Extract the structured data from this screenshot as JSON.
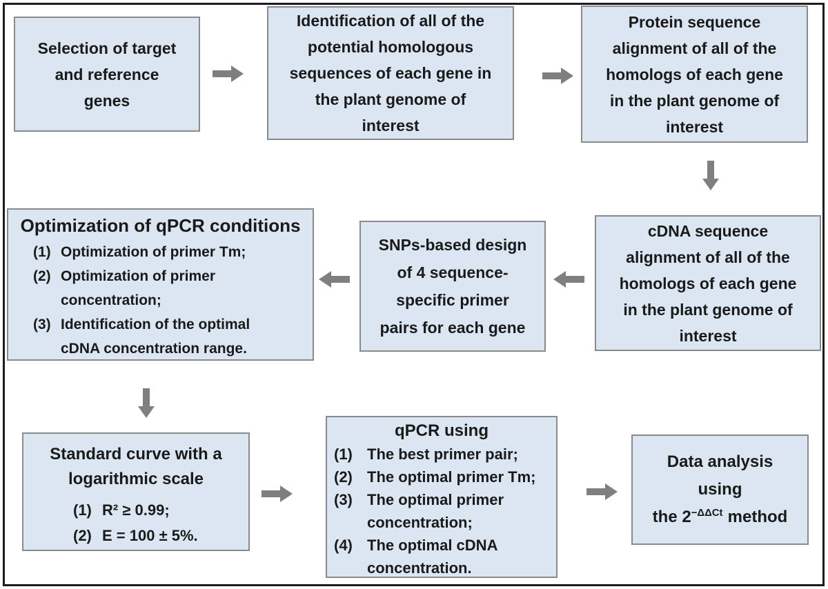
{
  "colors": {
    "background": "#ffffff",
    "frame_border": "#1c1c1c",
    "box_fill": "#dce6f2",
    "box_border": "#8a8a8a",
    "arrow_color": "#7f7f7f",
    "text_color": "#1a1a1a"
  },
  "boxes": {
    "selection": {
      "text": "Selection of target and reference genes"
    },
    "identification": {
      "text": "Identification of all of the potential homologous sequences of each gene in the plant genome of interest"
    },
    "protein_alignment": {
      "text": "Protein sequence alignment of all of the homologs of each gene in the plant genome of interest"
    },
    "cdna_alignment": {
      "text": "cDNA sequence alignment of all of the homologs of each gene in the plant genome of interest"
    },
    "snps_design": {
      "text": "SNPs-based design of 4 sequence-specific primer pairs for each gene"
    },
    "optimization": {
      "title": "Optimization of qPCR conditions",
      "items": [
        {
          "num": "(1)",
          "text": "Optimization of primer Tm;"
        },
        {
          "num": "(2)",
          "text": "Optimization of primer concentration;"
        },
        {
          "num": "(3)",
          "text": "Identification of the optimal cDNA concentration range."
        }
      ]
    },
    "standard_curve": {
      "title": "Standard curve with a logarithmic scale",
      "items": [
        {
          "num": "(1)",
          "text": "R² ≥ 0.99;"
        },
        {
          "num": "(2)",
          "text": "E = 100 ± 5%."
        }
      ]
    },
    "qpcr_run": {
      "title": "qPCR using",
      "items": [
        {
          "num": "(1)",
          "text": "The best primer pair;"
        },
        {
          "num": "(2)",
          "text": "The optimal primer Tm;"
        },
        {
          "num": "(3)",
          "text": "The optimal primer concentration;"
        },
        {
          "num": "(4)",
          "text": "The optimal cDNA concentration."
        }
      ]
    },
    "data_analysis": {
      "line1": "Data analysis",
      "line2": "using",
      "formula_pre": "the 2",
      "formula_sup": "−ΔΔCt",
      "formula_post": "method"
    }
  }
}
